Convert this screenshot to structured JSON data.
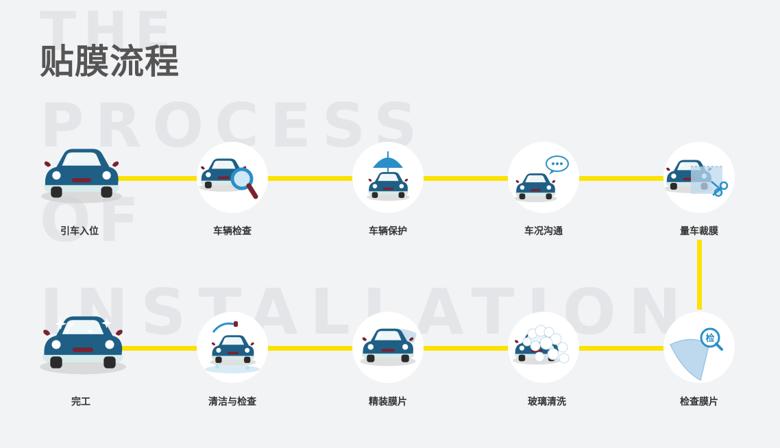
{
  "title": "贴膜流程",
  "background_words": [
    "THE",
    "PROCESS",
    "OF",
    "INSTALLATION"
  ],
  "steps": [
    {
      "label": "引车入位",
      "icon": "car-icon"
    },
    {
      "label": "车辆检查",
      "icon": "car-magnifier-icon"
    },
    {
      "label": "车辆保护",
      "icon": "car-umbrella-icon"
    },
    {
      "label": "车况沟通",
      "icon": "car-chat-icon"
    },
    {
      "label": "量车裁膜",
      "icon": "car-scissors-icon"
    },
    {
      "label": "检查膜片",
      "icon": "film-inspect-icon"
    },
    {
      "label": "玻璃清洗",
      "icon": "car-foam-icon"
    },
    {
      "label": "精装膜片",
      "icon": "car-film-icon"
    },
    {
      "label": "清洁与检查",
      "icon": "car-wash-icon"
    },
    {
      "label": "完工",
      "icon": "car-sparkle-icon"
    }
  ],
  "inspect_badge": "检",
  "colors": {
    "line": "#fce200",
    "car_body": "#1f5f86",
    "car_base": "#d8eaea",
    "title": "#555555"
  }
}
